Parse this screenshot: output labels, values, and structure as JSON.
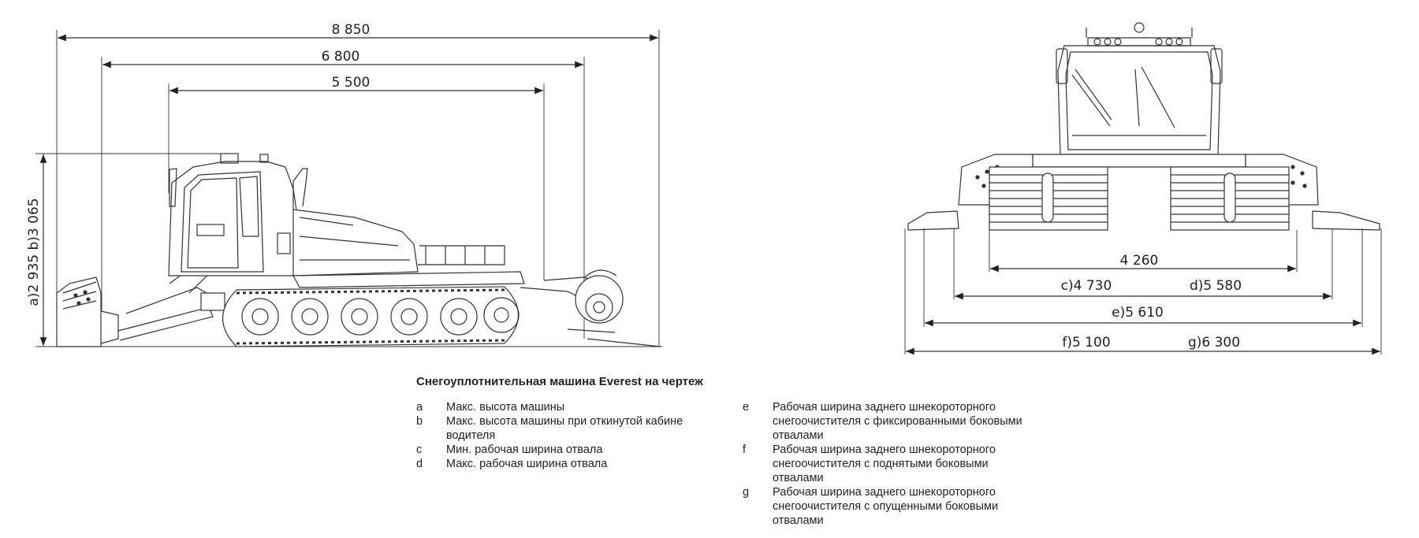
{
  "side_view": {
    "dim_overall_length": "8 850",
    "dim_length_2": "6 800",
    "dim_length_3": "5 500",
    "dim_heights": "a)2 935  b)3 065"
  },
  "front_view": {
    "dim_1": "4 260",
    "dim_c": "c)4 730",
    "dim_d": "d)5 580",
    "dim_e": "e)5 610",
    "dim_f": "f)5 100",
    "dim_g": "g)6 300"
  },
  "caption": "Снегоуплотнительная машина Everest на чертеж",
  "legend_left": [
    {
      "key": "a",
      "text": "Макс. высота машины"
    },
    {
      "key": "b",
      "text": "Макс. высота машины при откинутой кабине водителя"
    },
    {
      "key": "c",
      "text": "Мин. рабочая ширина отвала"
    },
    {
      "key": "d",
      "text": "Макс. рабочая ширина отвала"
    }
  ],
  "legend_right": [
    {
      "key": "e",
      "text": "Рабочая ширина заднего шнекороторного снегоочистителя с фиксированными боковыми отвалами"
    },
    {
      "key": "f",
      "text": "Рабочая ширина заднего шнекороторного снегоочистителя с поднятыми боковыми отвалами"
    },
    {
      "key": "g",
      "text": "Рабочая ширина заднего шнекороторного снегоочистителя с опущенными боковыми отвалами"
    }
  ]
}
